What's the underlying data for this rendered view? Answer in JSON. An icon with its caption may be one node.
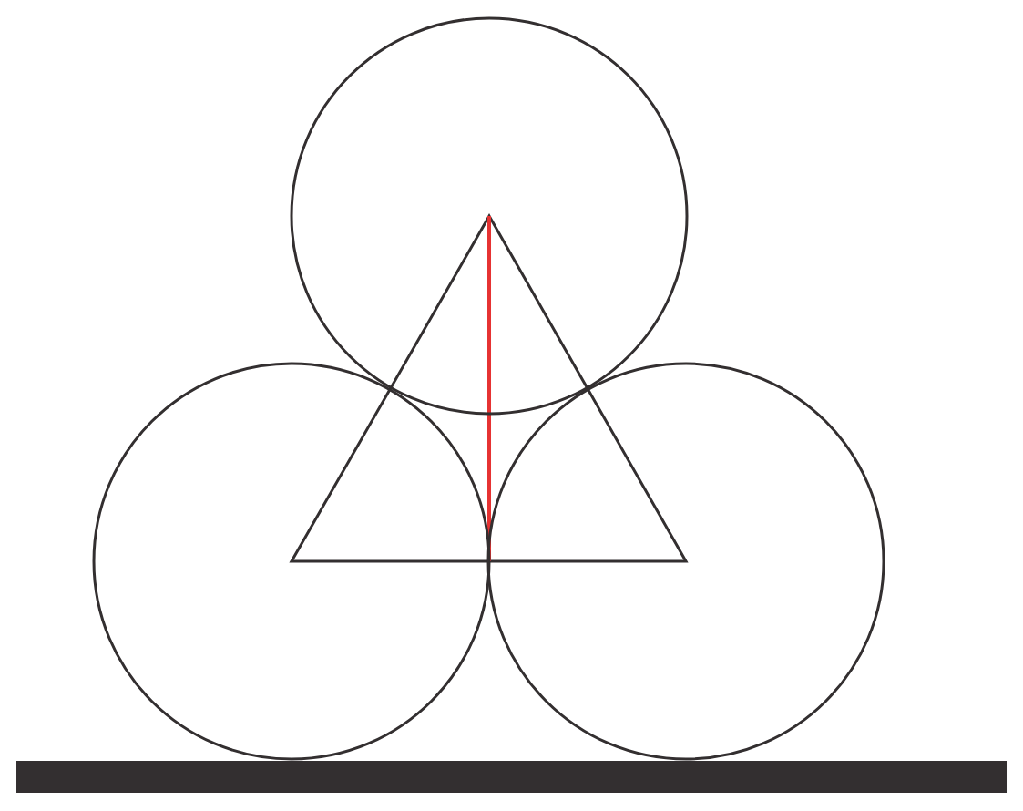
{
  "diagram": {
    "nodes": [
      {
        "text": [],
        "shape": "circle"
      },
      {
        "text": [],
        "shape": "circle"
      },
      {
        "text": [],
        "shape": "circle"
      },
      {
        "text": [],
        "shape": "bar"
      }
    ]
  }
}
